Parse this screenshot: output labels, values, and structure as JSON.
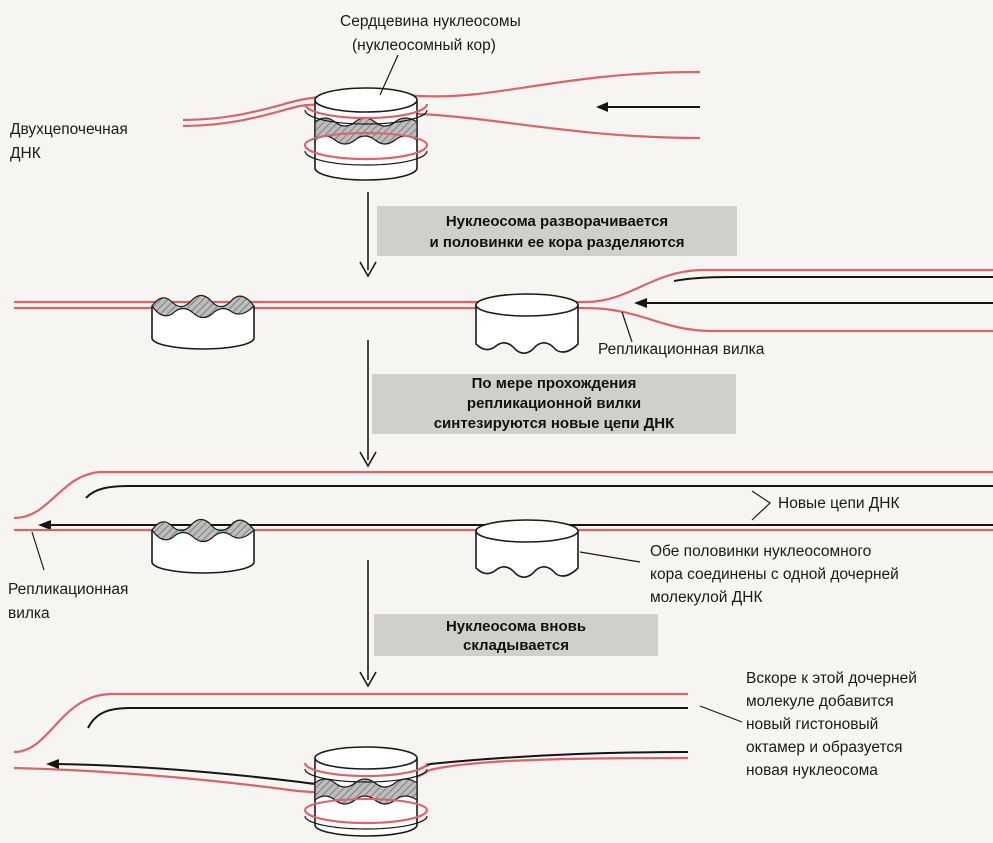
{
  "colors": {
    "strand_red": "#d8646e",
    "strand_black": "#151515",
    "step_box": "#cfcfcc",
    "background": "#f6f5f1",
    "core_fill": "#ffffff",
    "core_hatch": "#8a8a8a"
  },
  "labels": {
    "core_title_line1": "Сердцевина нуклеосомы",
    "core_title_line2": "(нуклеосомный кор)",
    "dsdna_line1": "Двухцепочечная",
    "dsdna_line2": "ДНК",
    "fork_right": "Репликационная вилка",
    "new_strands": "Новые цепи ДНК",
    "both_halves_line1": "Обе половинки нуклеосомного",
    "both_halves_line2": "кора соединены с одной дочерней",
    "both_halves_line3": "молекулой ДНК",
    "fork_left_line1": "Репликационная",
    "fork_left_line2": "вилка",
    "soon_line1": "Вскоре к этой дочерней",
    "soon_line2": "молекуле добавится",
    "soon_line3": "новый гистоновый",
    "soon_line4": "октамер и  образуется",
    "soon_line5": "новая нуклеосома"
  },
  "steps": [
    {
      "line1": "Нуклеосома  разворачивается",
      "line2": "и половинки ее кора разделяются"
    },
    {
      "line1": "По мере прохождения",
      "line2": "репликационной вилки",
      "line3": "синтезируются новые цепи ДНК"
    },
    {
      "line1": "Нуклеосома вновь",
      "line2": "складывается"
    }
  ]
}
